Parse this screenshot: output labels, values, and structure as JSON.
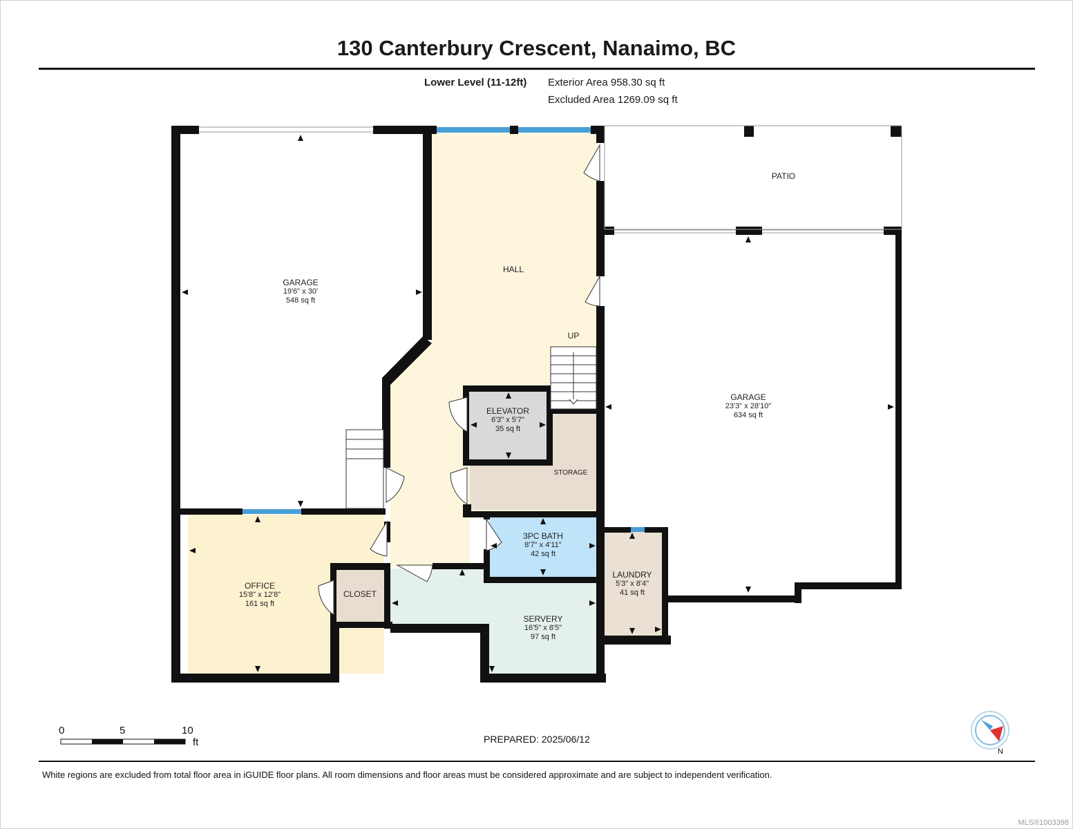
{
  "title": "130 Canterbury Crescent, Nanaimo, BC",
  "level": {
    "name": "Lower Level (11-12ft)",
    "exterior_area": "Exterior Area 958.30 sq ft",
    "excluded_area": "Excluded Area 1269.09 sq ft"
  },
  "rooms": {
    "garage_west": {
      "name": "GARAGE",
      "dims": "19'6\" x 30'",
      "area": "548 sq ft"
    },
    "hall": {
      "name": "HALL"
    },
    "patio": {
      "name": "PATIO"
    },
    "up": {
      "name": "UP"
    },
    "garage_east": {
      "name": "GARAGE",
      "dims": "23'3\" x 28'10\"",
      "area": "634 sq ft"
    },
    "elevator": {
      "name": "ELEVATOR",
      "dims": "6'3\" x 5'7\"",
      "area": "35 sq ft"
    },
    "storage": {
      "name": "STORAGE"
    },
    "bath": {
      "name": "3PC BATH",
      "dims": "8'7\" x 4'11\"",
      "area": "42 sq ft"
    },
    "laundry": {
      "name": "LAUNDRY",
      "dims": "5'3\" x 8'4\"",
      "area": "41 sq ft"
    },
    "office": {
      "name": "OFFICE",
      "dims": "15'8\" x 12'8\"",
      "area": "161 sq ft"
    },
    "closet": {
      "name": "CLOSET"
    },
    "servery": {
      "name": "SERVERY",
      "dims": "16'5\" x 8'5\"",
      "area": "97 sq ft"
    }
  },
  "scale": {
    "marks": [
      "0",
      "5",
      "10"
    ],
    "unit": "ft"
  },
  "prepared": "PREPARED: 2025/06/12",
  "compass": {
    "label": "N"
  },
  "disclaimer": "White regions are excluded from total floor area in iGUIDE floor plans. All room dimensions and floor areas must be considered approximate and are subject to independent verification.",
  "mls": "MLS®1003398",
  "colors": {
    "wall": "#111111",
    "hall": "#fdf6dc",
    "office": "#fdf2cf",
    "closet": "#e8ddd0",
    "storage": "#e8ddd0",
    "elevator": "#d9d9d9",
    "bath": "#bfe3f8",
    "laundry": "#eae0d3",
    "servery": "#e4f1ea",
    "window": "#4a9fd6"
  }
}
